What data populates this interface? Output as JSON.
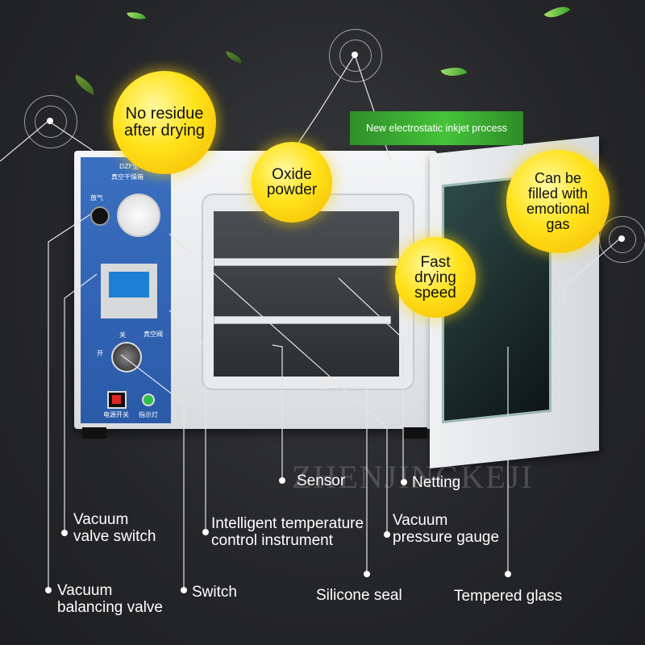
{
  "bubbles": {
    "no_residue": "No residue\nafter drying",
    "oxide": "Oxide\npowder",
    "emotional": "Can be\nfilled with\nemotional\ngas",
    "fast": "Fast\ndrying\nspeed"
  },
  "banner": "New electrostatic inkjet process",
  "watermark": "ZHENJINGKEJI",
  "labels": {
    "sensor": "Sensor",
    "netting": "Netting",
    "vacuum_valve_switch": "Vacuum\nvalve switch",
    "intelligent": "Intelligent temperature\ncontrol instrument",
    "vacuum_gauge": "Vacuum\npressure gauge",
    "vacuum_balancing": "Vacuum\nbalancing valve",
    "switch": "Switch",
    "silicone": "Silicone seal",
    "tempered": "Tempered glass"
  },
  "panel": {
    "model": "DZF型",
    "name": "真空干燥箱",
    "vent": "放气",
    "valve": "真空阀",
    "close": "关",
    "open": "开",
    "power": "电源开关",
    "indicator": "指示灯"
  },
  "colors": {
    "background": "#26272a",
    "bubble": "#ffe21a",
    "banner": "#46c33a",
    "panel": "#2a5aa8"
  }
}
